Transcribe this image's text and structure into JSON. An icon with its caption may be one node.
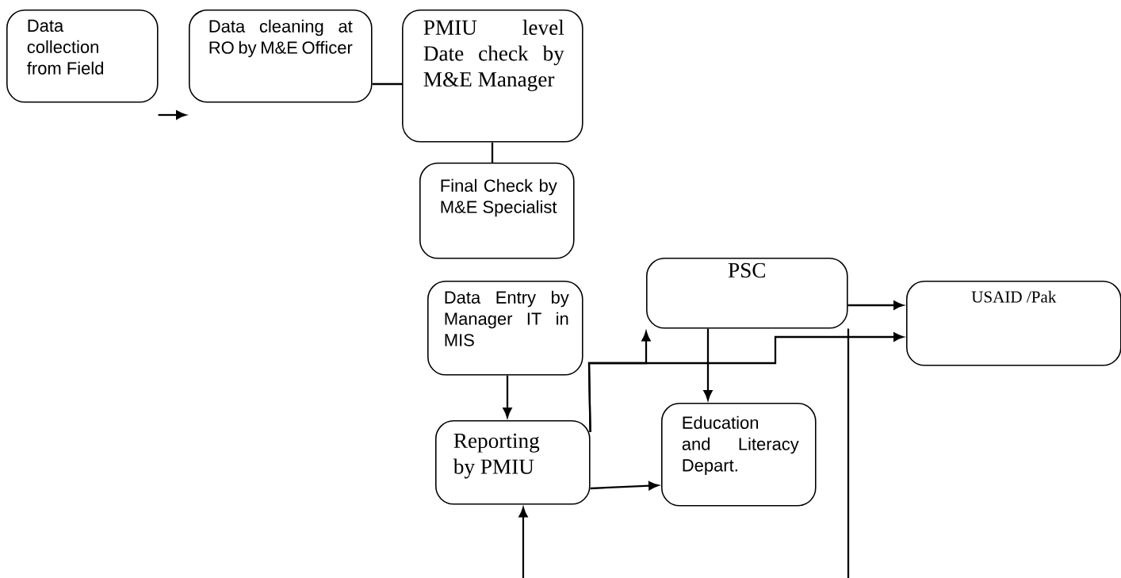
{
  "diagram": {
    "nodes": [
      {
        "text": [
          "Data collection from Field"
        ]
      },
      {
        "text": [
          "Data cleaning at RO by M&E Officer"
        ]
      },
      {
        "text": [
          "PMIU level Date check by M&E Manager"
        ]
      },
      {
        "text": [
          "Final Check by M&E Specialist"
        ]
      },
      {
        "text": [
          "PSC"
        ]
      },
      {
        "text": [
          "USAID /Pak"
        ]
      },
      {
        "text": [
          "Data Entry by Manager IT in MIS"
        ]
      },
      {
        "text": [
          "Reporting by PMIU"
        ]
      },
      {
        "text": [
          "Education and Literacy Depart."
        ]
      }
    ],
    "edges": [
      {
        "from": 0,
        "to": 1,
        "arrow": "to"
      },
      {
        "from": 1,
        "to": 2,
        "arrow": "none"
      },
      {
        "from": 2,
        "to": 3,
        "arrow": "none"
      },
      {
        "from": 6,
        "to": 7,
        "arrow": "to"
      },
      {
        "from": 7,
        "to": 8,
        "arrow": "to"
      },
      {
        "from": 7,
        "to": 4,
        "arrow": "to"
      },
      {
        "from": 7,
        "to": 5,
        "arrow": "to"
      },
      {
        "from": 4,
        "to": 5,
        "arrow": "to"
      },
      {
        "from": 4,
        "to": 8,
        "arrow": "to"
      },
      {
        "from": null,
        "to": 7,
        "arrow": "to"
      },
      {
        "from": 4,
        "to": null,
        "arrow": "none"
      }
    ]
  }
}
